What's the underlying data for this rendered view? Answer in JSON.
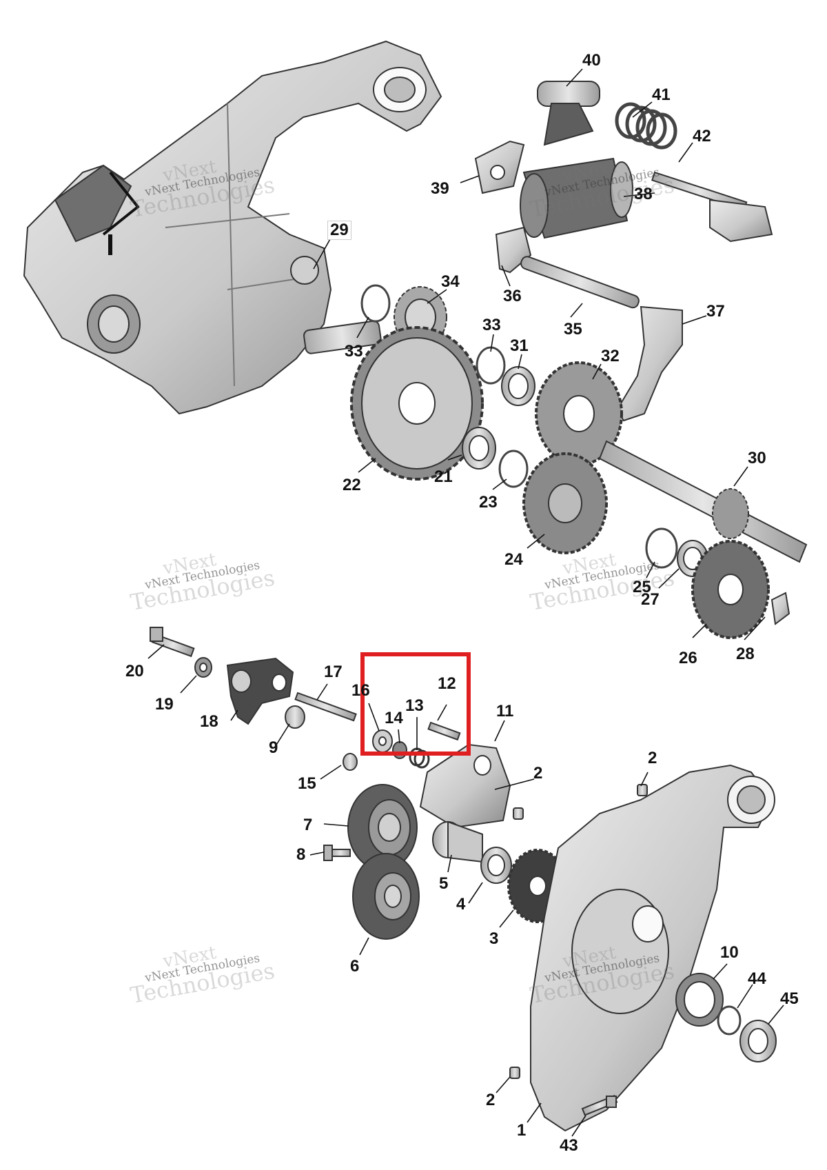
{
  "diagram": {
    "watermark": {
      "line1": "vNext",
      "line2": "vNext Technologies",
      "line3": "Technologies"
    },
    "callouts": [
      {
        "id": "40",
        "label": "40"
      },
      {
        "id": "41",
        "label": "41"
      },
      {
        "id": "42",
        "label": "42"
      },
      {
        "id": "39",
        "label": "39"
      },
      {
        "id": "38",
        "label": "38"
      },
      {
        "id": "29",
        "label": "29"
      },
      {
        "id": "34",
        "label": "34"
      },
      {
        "id": "36",
        "label": "36"
      },
      {
        "id": "37",
        "label": "37"
      },
      {
        "id": "35",
        "label": "35"
      },
      {
        "id": "33a",
        "label": "33"
      },
      {
        "id": "33b",
        "label": "33"
      },
      {
        "id": "31",
        "label": "31"
      },
      {
        "id": "32",
        "label": "32"
      },
      {
        "id": "22",
        "label": "22"
      },
      {
        "id": "21",
        "label": "21"
      },
      {
        "id": "23",
        "label": "23"
      },
      {
        "id": "30",
        "label": "30"
      },
      {
        "id": "24",
        "label": "24"
      },
      {
        "id": "25",
        "label": "25"
      },
      {
        "id": "27",
        "label": "27"
      },
      {
        "id": "26",
        "label": "26"
      },
      {
        "id": "28",
        "label": "28"
      },
      {
        "id": "20",
        "label": "20"
      },
      {
        "id": "19",
        "label": "19"
      },
      {
        "id": "18",
        "label": "18"
      },
      {
        "id": "17",
        "label": "17"
      },
      {
        "id": "16",
        "label": "16"
      },
      {
        "id": "12",
        "label": "12"
      },
      {
        "id": "13",
        "label": "13"
      },
      {
        "id": "14",
        "label": "14"
      },
      {
        "id": "11",
        "label": "11"
      },
      {
        "id": "9",
        "label": "9"
      },
      {
        "id": "15",
        "label": "15"
      },
      {
        "id": "2a",
        "label": "2"
      },
      {
        "id": "2b",
        "label": "2"
      },
      {
        "id": "7",
        "label": "7"
      },
      {
        "id": "8",
        "label": "8"
      },
      {
        "id": "5",
        "label": "5"
      },
      {
        "id": "4",
        "label": "4"
      },
      {
        "id": "3",
        "label": "3"
      },
      {
        "id": "6",
        "label": "6"
      },
      {
        "id": "10",
        "label": "10"
      },
      {
        "id": "44",
        "label": "44"
      },
      {
        "id": "45",
        "label": "45"
      },
      {
        "id": "2c",
        "label": "2"
      },
      {
        "id": "1",
        "label": "1"
      },
      {
        "id": "43",
        "label": "43"
      }
    ],
    "highlight": {
      "parts": [
        "12",
        "13",
        "14",
        "16"
      ],
      "color": "#e02020"
    },
    "colors": {
      "part_fill": "#d4d4d4",
      "part_dark": "#8c8c8c",
      "part_shadow": "#5a5a5a",
      "outline": "#2a2a2a",
      "highlight": "#e02020"
    }
  }
}
